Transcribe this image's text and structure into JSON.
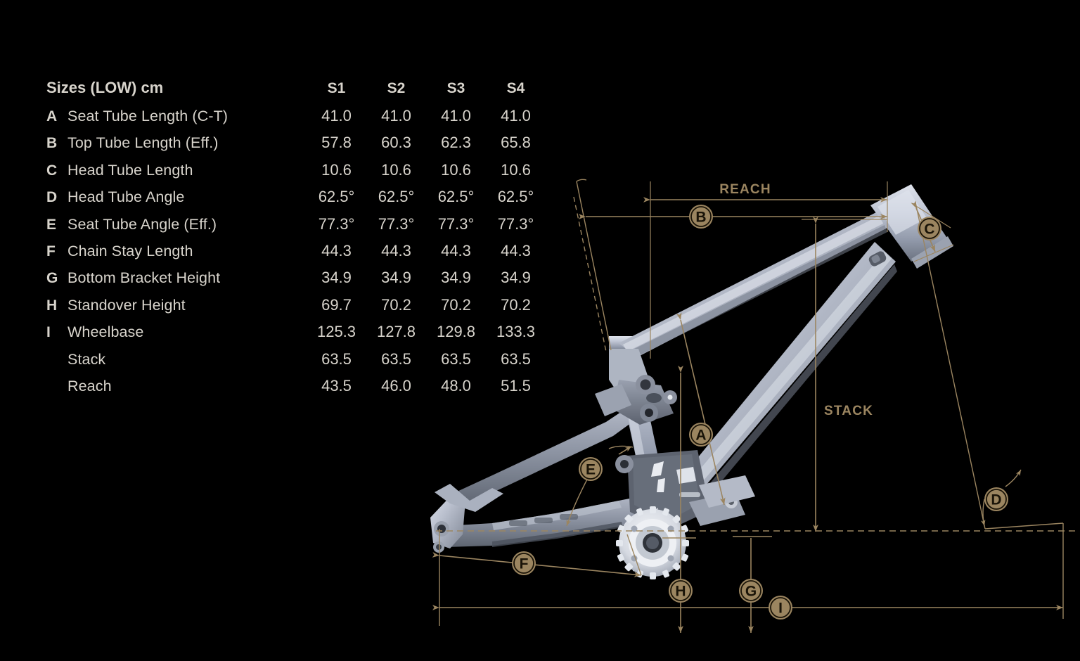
{
  "table": {
    "title": "Sizes (LOW) cm",
    "size_columns": [
      "S1",
      "S2",
      "S3",
      "S4"
    ],
    "rows": [
      {
        "letter": "A",
        "label": "Seat Tube Length (C-T)",
        "values": [
          "41.0",
          "41.0",
          "41.0",
          "41.0"
        ]
      },
      {
        "letter": "B",
        "label": "Top Tube Length (Eff.)",
        "values": [
          "57.8",
          "60.3",
          "62.3",
          "65.8"
        ]
      },
      {
        "letter": "C",
        "label": "Head Tube Length",
        "values": [
          "10.6",
          "10.6",
          "10.6",
          "10.6"
        ]
      },
      {
        "letter": "D",
        "label": "Head Tube Angle",
        "values": [
          "62.5°",
          "62.5°",
          "62.5°",
          "62.5°"
        ]
      },
      {
        "letter": "E",
        "label": "Seat Tube Angle (Eff.)",
        "values": [
          "77.3°",
          "77.3°",
          "77.3°",
          "77.3°"
        ]
      },
      {
        "letter": "F",
        "label": "Chain Stay Length",
        "values": [
          "44.3",
          "44.3",
          "44.3",
          "44.3"
        ]
      },
      {
        "letter": "G",
        "label": "Bottom Bracket Height",
        "values": [
          "34.9",
          "34.9",
          "34.9",
          "34.9"
        ]
      },
      {
        "letter": "H",
        "label": "Standover Height",
        "values": [
          "69.7",
          "70.2",
          "70.2",
          "70.2"
        ]
      },
      {
        "letter": "I",
        "label": "Wheelbase",
        "values": [
          "125.3",
          "127.8",
          "129.8",
          "133.3"
        ]
      },
      {
        "letter": "",
        "label": "Stack",
        "values": [
          "63.5",
          "63.5",
          "63.5",
          "63.5"
        ]
      },
      {
        "letter": "",
        "label": "Reach",
        "values": [
          "43.5",
          "46.0",
          "48.0",
          "51.5"
        ]
      }
    ]
  },
  "diagram": {
    "text_labels": {
      "reach": "REACH",
      "stack": "STACK"
    },
    "badges": {
      "a": "A",
      "b": "B",
      "c": "C",
      "d": "D",
      "e": "E",
      "f": "F",
      "g": "G",
      "h": "H",
      "i": "I"
    }
  },
  "colors": {
    "background": "#000000",
    "text": "#d8d4cc",
    "accent": "#9b8560",
    "badge_fill": "#9b8560",
    "badge_text": "#1a1408",
    "frame_light": "#c6cbd8",
    "frame_mid": "#a3aab9",
    "frame_dark": "#6e7686",
    "frame_shadow": "#4a505c",
    "drivetrain_light": "#e8ebf0",
    "drivetrain_dark": "#7b8290"
  }
}
